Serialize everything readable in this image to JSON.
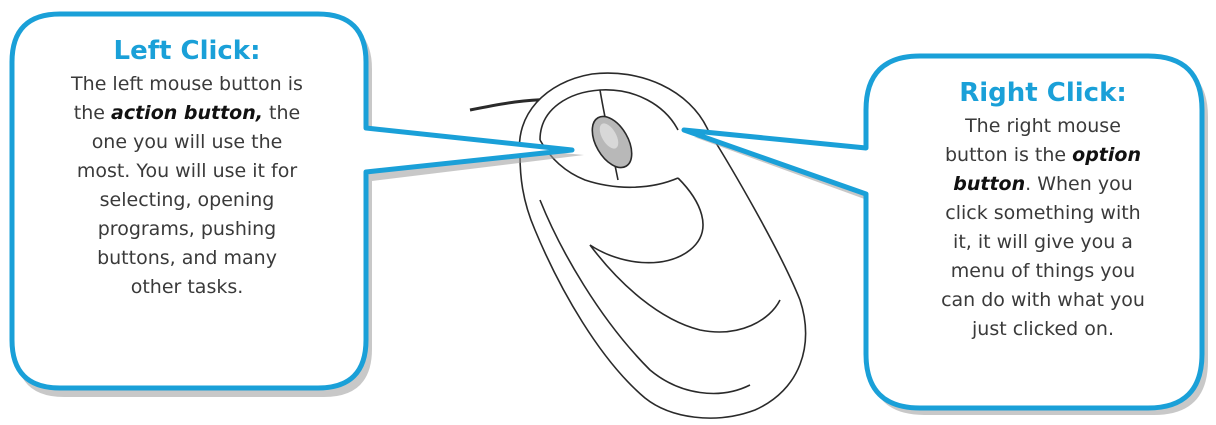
{
  "left_callout": {
    "title": "Left Click:",
    "line1": "The left mouse button is",
    "line2_pre": "the ",
    "line2_emph": "action button,",
    "line2_post": " the",
    "line3": "one you will use the",
    "line4": "most. You will use it for",
    "line5": "selecting, opening",
    "line6": "programs, pushing",
    "line7": "buttons, and many",
    "line8": "other tasks."
  },
  "right_callout": {
    "title": "Right Click:",
    "line1": "The right mouse",
    "line2_pre": "button is the ",
    "line2_emph": "option",
    "line3_emph": "button",
    "line3_post": ". When you",
    "line4": "click something with",
    "line5": "it, it will give you a",
    "line6": "menu of things you",
    "line7": "can do with what you",
    "line8": "just clicked on."
  },
  "colors": {
    "callout_border": "#1aa0d8",
    "callout_shadow": "#9a9a9a",
    "title": "#1aa0d8",
    "body_text": "#3a3a3a",
    "mouse_outline": "#2a2a2a",
    "scroll_wheel": "#b8b8b8"
  }
}
